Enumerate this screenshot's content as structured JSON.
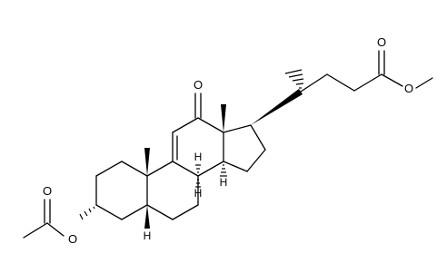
{
  "labels": {
    "o_ketone": "O",
    "o_ester_carbonyl": "O",
    "o_ester_methoxy": "O",
    "o_acetate_carbonyl": "O",
    "o_acetate_link": "O",
    "h_c14": "H",
    "h_c8": "H",
    "h_c9": "H",
    "h_c5": "H"
  }
}
